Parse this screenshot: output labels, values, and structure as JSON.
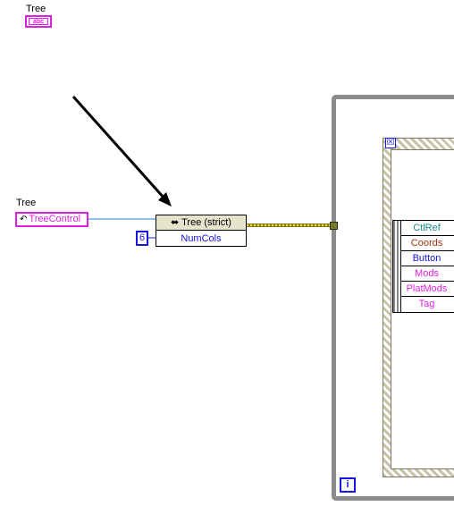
{
  "top_label": "Tree",
  "top_indicator": "abc",
  "ref_label": "Tree",
  "ref_terminal": "TreeControl",
  "constant_value": "6",
  "property_node": {
    "header": "Tree (strict)",
    "property": "NumCols"
  },
  "loop": {
    "iteration": "i"
  },
  "event_data": [
    {
      "label": "CtlRef",
      "color": "#1a8a8a"
    },
    {
      "label": "Coords",
      "color": "#a03010"
    },
    {
      "label": "Button",
      "color": "#1515e0"
    },
    {
      "label": "Mods",
      "color": "#e020e0"
    },
    {
      "label": "PlatMods",
      "color": "#e020e0"
    },
    {
      "label": "Tag",
      "color": "#e020e0"
    }
  ],
  "colors": {
    "refnum_wire": "#1e7fd0",
    "string_pink": "#e020e0",
    "int_blue": "#1515e0",
    "error_wire": "#a0901a"
  }
}
